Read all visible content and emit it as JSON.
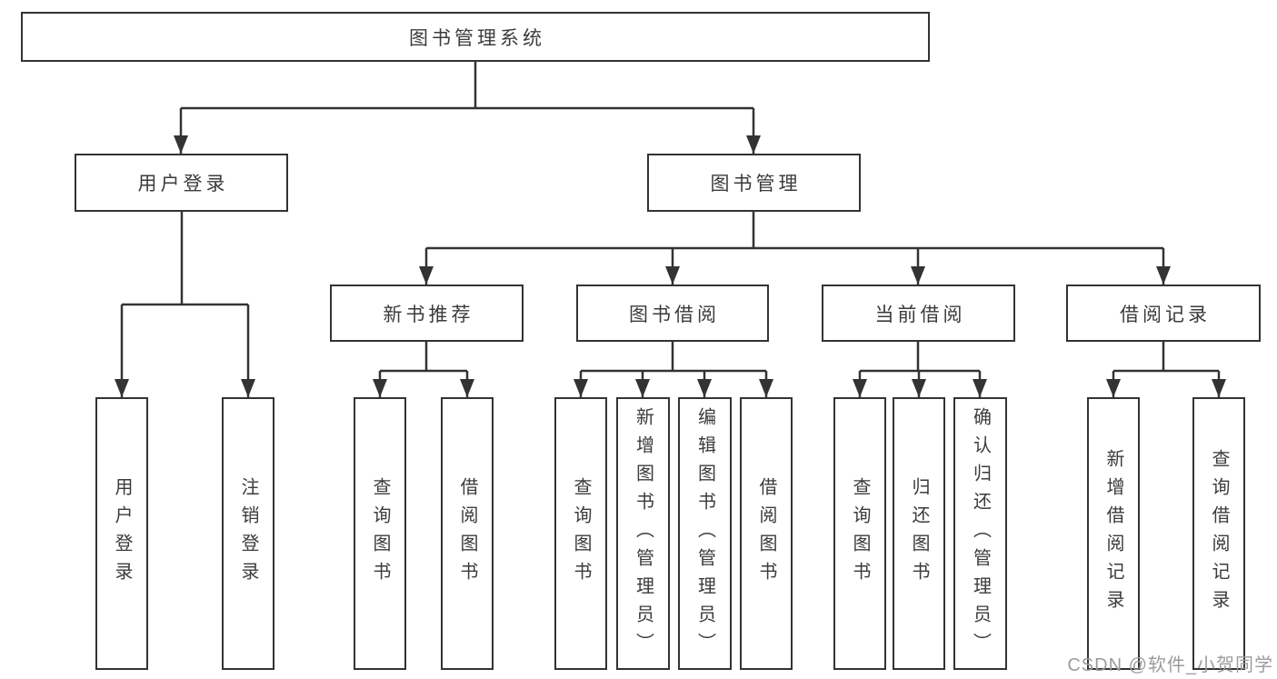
{
  "diagram": {
    "root": "图书管理系统",
    "groups": [
      {
        "label": "用户登录",
        "children": [
          "用户登录",
          "注销登录"
        ]
      },
      {
        "label": "图书管理",
        "sections": [
          {
            "label": "新书推荐",
            "children": [
              "查询图书",
              "借阅图书"
            ]
          },
          {
            "label": "图书借阅",
            "children": [
              "查询图书",
              "新增图书（管理员）",
              "编辑图书（管理员）",
              "借阅图书"
            ]
          },
          {
            "label": "当前借阅",
            "children": [
              "查询图书",
              "归还图书",
              "确认归还（管理员）"
            ]
          },
          {
            "label": "借阅记录",
            "children": [
              "新增借阅记录",
              "查询借阅记录"
            ]
          }
        ]
      }
    ]
  },
  "watermark": {
    "text": "CSDN @软件_小贺同学"
  },
  "colors": {
    "line": "#333333",
    "text": "#3b3b3b",
    "watermark": "#9c9c9c",
    "background": "#ffffff"
  }
}
